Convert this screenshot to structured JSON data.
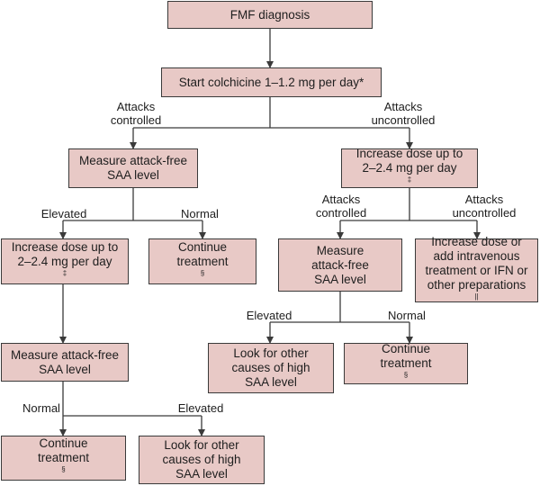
{
  "nodes": {
    "fmf_diagnosis": {
      "lines": [
        "FMF diagnosis"
      ]
    },
    "start_colchicine": {
      "lines": [
        "Start colchicine 1–1.2 mg per day*"
      ]
    },
    "measure_saa_1": {
      "lines": [
        "Measure attack-free",
        "SAA level"
      ]
    },
    "increase_dose_right": {
      "lines": [
        "Increase dose up to",
        "2–2.4 mg per day"
      ],
      "mark": "‡"
    },
    "increase_dose_left": {
      "lines": [
        "Increase dose up to",
        "2–2.4 mg per day"
      ],
      "mark": "‡"
    },
    "continue_treatment_1": {
      "lines": [
        "Continue",
        "treatment"
      ],
      "mark": "§"
    },
    "measure_saa_right": {
      "lines": [
        "Measure",
        "attack-free",
        "SAA level"
      ]
    },
    "increase_dose_iv": {
      "lines": [
        "Increase dose or",
        "add intravenous",
        "treatment or IFN or",
        "other preparations"
      ],
      "mark": "||"
    },
    "measure_saa_2": {
      "lines": [
        "Measure attack-free",
        "SAA level"
      ]
    },
    "look_other_causes_right": {
      "lines": [
        "Look for other",
        "causes of high",
        "SAA level"
      ]
    },
    "continue_treatment_right": {
      "lines": [
        "Continue",
        "treatment"
      ],
      "mark": "§"
    },
    "continue_treatment_bottom": {
      "lines": [
        "Continue",
        "treatment"
      ],
      "mark": "§"
    },
    "look_other_causes_bottom": {
      "lines": [
        "Look for other",
        "causes of high",
        "SAA level"
      ]
    }
  },
  "edge_labels": {
    "attacks_controlled_1": [
      "Attacks",
      "controlled"
    ],
    "attacks_uncontrolled_1": [
      "Attacks",
      "uncontrolled"
    ],
    "elevated_1": [
      "Elevated"
    ],
    "normal_1": [
      "Normal"
    ],
    "attacks_controlled_2": [
      "Attacks",
      "controlled"
    ],
    "attacks_uncontrolled_2": [
      "Attacks",
      "uncontrolled"
    ],
    "elevated_2": [
      "Elevated"
    ],
    "normal_2": [
      "Normal"
    ],
    "normal_3": [
      "Normal"
    ],
    "elevated_3": [
      "Elevated"
    ]
  },
  "colors": {
    "box_fill": "#e8c9c6",
    "line": "#3a3a3a"
  }
}
